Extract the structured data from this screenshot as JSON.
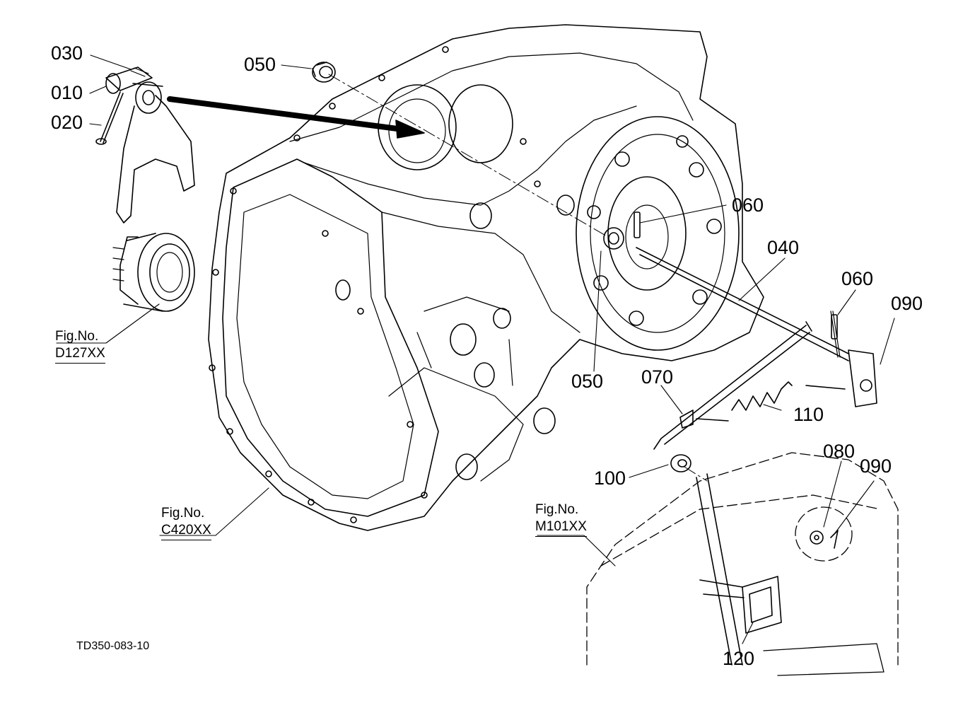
{
  "diagram": {
    "type": "exploded-parts-diagram",
    "drawing_code": "TD350-083-10",
    "part_labels": [
      "030",
      "010",
      "020",
      "050",
      "060",
      "040",
      "060",
      "090",
      "050",
      "070",
      "110",
      "100",
      "080",
      "090",
      "120"
    ],
    "figure_refs": [
      {
        "caption": "Fig.No.",
        "number": "D127XX"
      },
      {
        "caption": "Fig.No.",
        "number": "C420XX"
      },
      {
        "caption": "Fig.No.",
        "number": "M101XX"
      }
    ]
  }
}
